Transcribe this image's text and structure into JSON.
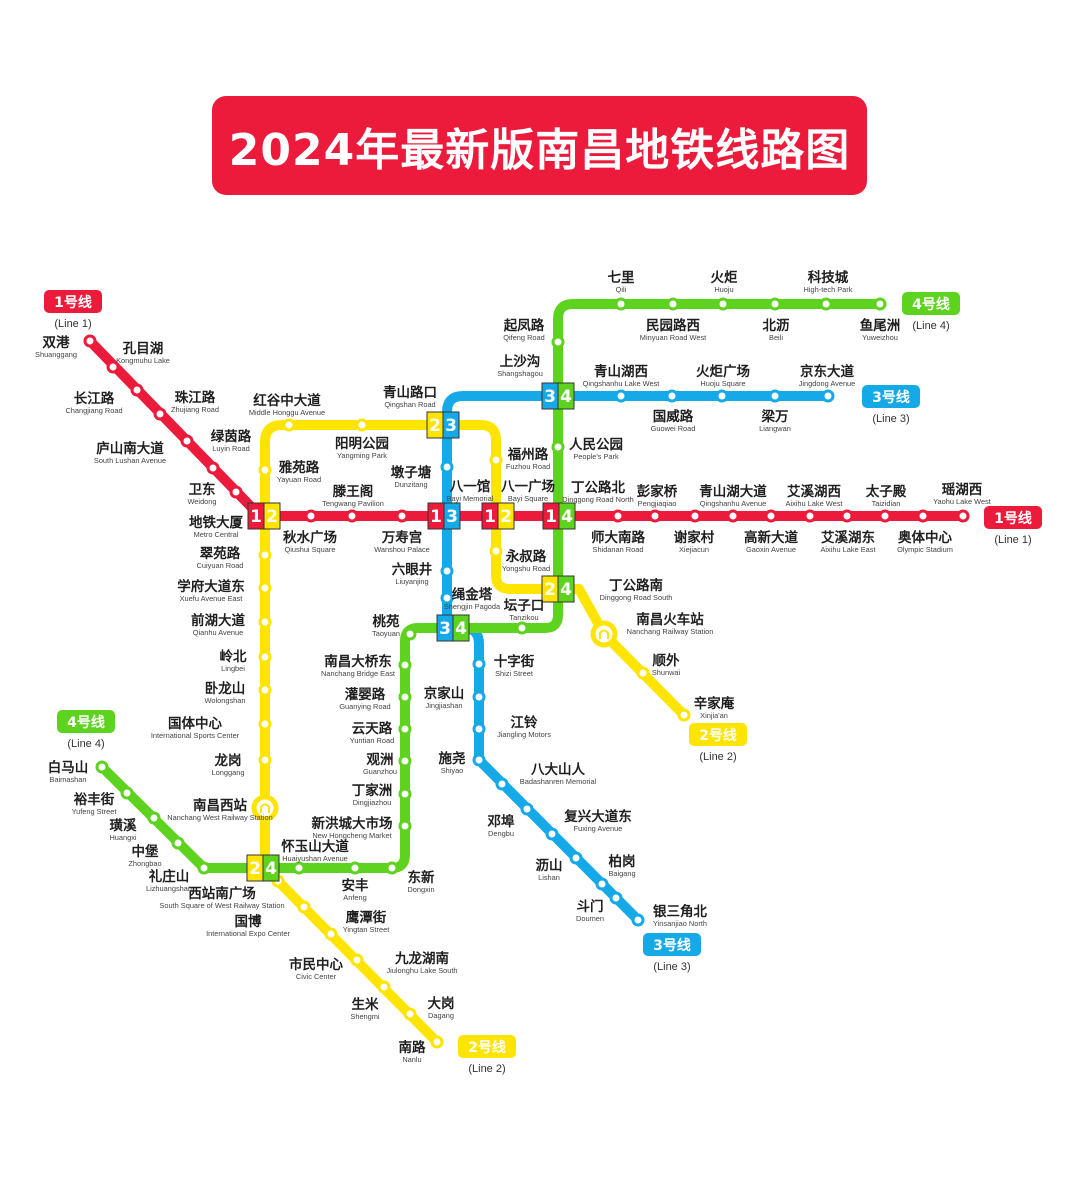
{
  "title": "2024年最新版南昌地铁线路图",
  "colors": {
    "line1": "#ec1a3b",
    "line2": "#ffe400",
    "line3": "#16a9e8",
    "line4": "#5ed31f",
    "banner": "#ec1a3b"
  },
  "lines": [
    {
      "id": "line1",
      "label": "1号线",
      "sub": "(Line 1)"
    },
    {
      "id": "line2",
      "label": "2号线",
      "sub": "(Line 2)"
    },
    {
      "id": "line3",
      "label": "3号线",
      "sub": "(Line 3)"
    },
    {
      "id": "line4",
      "label": "4号线",
      "sub": "(Line 4)"
    }
  ],
  "stations": {
    "shuanggang": {
      "cn": "双港",
      "en": "Shuanggang"
    },
    "kongmuhu": {
      "cn": "孔目湖",
      "en": "Kongmuhu Lake"
    },
    "changjianglu": {
      "cn": "长江路",
      "en": "Changjiang Road"
    },
    "zhujianglu": {
      "cn": "珠江路",
      "en": "Zhujiang Road"
    },
    "lushannan": {
      "cn": "庐山南大道",
      "en": "South Lushan Avenue"
    },
    "lvyinlu": {
      "cn": "绿茵路",
      "en": "Luyin Road"
    },
    "weidong": {
      "cn": "卫东",
      "en": "Weidong"
    },
    "ditiedasha": {
      "cn": "地铁大厦",
      "en": "Metro Central"
    },
    "qiushui": {
      "cn": "秋水广场",
      "en": "Qiushui Square"
    },
    "tengwangge": {
      "cn": "滕王阁",
      "en": "Tengwang Pavilion"
    },
    "wanshougong": {
      "cn": "万寿宫",
      "en": "Wanshou Palace"
    },
    "bayiguan": {
      "cn": "八一馆",
      "en": "Bayi Memorial"
    },
    "bayiguangchang": {
      "cn": "八一广场",
      "en": "Bayi Square"
    },
    "dinggonglubei": {
      "cn": "丁公路北",
      "en": "Dinggong Road North"
    },
    "shidananlu": {
      "cn": "师大南路",
      "en": "Shidanan Road"
    },
    "pengjiaqiao": {
      "cn": "彭家桥",
      "en": "Pengjiaqiao"
    },
    "xiejiacun": {
      "cn": "谢家村",
      "en": "Xiejiacun"
    },
    "qingshanhudadao": {
      "cn": "青山湖大道",
      "en": "Qingshanhu Avenue"
    },
    "gaoxin": {
      "cn": "高新大道",
      "en": "Gaoxin Avenue"
    },
    "aixihuxi": {
      "cn": "艾溪湖西",
      "en": "Aixihu Lake West"
    },
    "aixihudong": {
      "cn": "艾溪湖东",
      "en": "Aixihu Lake East"
    },
    "taizidian": {
      "cn": "太子殿",
      "en": "Taizidian"
    },
    "aotizhongxin": {
      "cn": "奥体中心",
      "en": "Olympic Stadium"
    },
    "yaohuxi": {
      "cn": "瑶湖西",
      "en": "Yaohu Lake West"
    },
    "honggu": {
      "cn": "红谷中大道",
      "en": "Middle Honggu Avenue"
    },
    "yangming": {
      "cn": "阳明公园",
      "en": "Yangming Park"
    },
    "qingshanlukou": {
      "cn": "青山路口",
      "en": "Qingshan Road"
    },
    "yayuanlu": {
      "cn": "雅苑路",
      "en": "Yayuan Road"
    },
    "dunzitang": {
      "cn": "墩子塘",
      "en": "Dunzitang"
    },
    "fuzhoulu": {
      "cn": "福州路",
      "en": "Fuzhou Road"
    },
    "yongshulu": {
      "cn": "永叔路",
      "en": "Yongshu Road"
    },
    "dinggonglunan": {
      "cn": "丁公路南",
      "en": "Dinggong Road South"
    },
    "nanchanghuochezhan": {
      "cn": "南昌火车站",
      "en": "Nanchang Railway Station"
    },
    "shunwai": {
      "cn": "顺外",
      "en": "Shunwai"
    },
    "xinjiaan": {
      "cn": "辛家庵",
      "en": "Xinjia'an"
    },
    "cuiyuanlu": {
      "cn": "翠苑路",
      "en": "Cuiyuan Road"
    },
    "xuefu": {
      "cn": "学府大道东",
      "en": "Xuefu Avenue East"
    },
    "qianhu": {
      "cn": "前湖大道",
      "en": "Qianhu Avenue"
    },
    "lingbei": {
      "cn": "岭北",
      "en": "Lingbei"
    },
    "wolongshan": {
      "cn": "卧龙山",
      "en": "Wolongshan"
    },
    "guotizhongxin": {
      "cn": "国体中心",
      "en": "International Sports Center"
    },
    "longgang": {
      "cn": "龙岗",
      "en": "Longgang"
    },
    "nanchangxi": {
      "cn": "南昌西站",
      "en": "Nanchang West Railway Station"
    },
    "huaiyushan": {
      "cn": "怀玉山大道",
      "en": "Huaiyushan Avenue"
    },
    "xizhannan": {
      "cn": "西站南广场",
      "en": "South Square of West Railway Station"
    },
    "guobo": {
      "cn": "国博",
      "en": "International Expo Center"
    },
    "yingtanjie": {
      "cn": "鹰潭街",
      "en": "Yingtan Street"
    },
    "shiminzhongxin": {
      "cn": "市民中心",
      "en": "Civic Center"
    },
    "jiulonghunan": {
      "cn": "九龙湖南",
      "en": "Jiulonghu Lake South"
    },
    "shengmi": {
      "cn": "生米",
      "en": "Shengmi"
    },
    "dagang": {
      "cn": "大岗",
      "en": "Dagang"
    },
    "nanlu": {
      "cn": "南路",
      "en": "Nanlu"
    },
    "qili": {
      "cn": "七里",
      "en": "Qili"
    },
    "huoju": {
      "cn": "火炬",
      "en": "Huoju"
    },
    "kejicheng": {
      "cn": "科技城",
      "en": "High-tech Park"
    },
    "minyuan": {
      "cn": "民园路西",
      "en": "Minyuan Road West"
    },
    "beili": {
      "cn": "北沥",
      "en": "Beili"
    },
    "yuweizhou": {
      "cn": "鱼尾洲",
      "en": "Yuweizhou"
    },
    "qifenglu": {
      "cn": "起凤路",
      "en": "Qifeng Road"
    },
    "shangshagou": {
      "cn": "上沙沟",
      "en": "Shangshagou"
    },
    "renmingongyuan": {
      "cn": "人民公园",
      "en": "People's Park"
    },
    "tanzikou": {
      "cn": "坛子口",
      "en": "Tanzikou"
    },
    "shengjinta": {
      "cn": "绳金塔",
      "en": "Shengjin Pagoda"
    },
    "taoyuan": {
      "cn": "桃苑",
      "en": "Taoyuan"
    },
    "nanchangdaqiaodong": {
      "cn": "南昌大桥东",
      "en": "Nanchang Bridge East"
    },
    "guanyinglu": {
      "cn": "灌婴路",
      "en": "Guanying Road"
    },
    "yuntianlu": {
      "cn": "云天路",
      "en": "Yuntian Road"
    },
    "guanzhou": {
      "cn": "观洲",
      "en": "Guanzhou"
    },
    "dingjiazhou": {
      "cn": "丁家洲",
      "en": "Dingjiazhou"
    },
    "xinhong": {
      "cn": "新洪城大市场",
      "en": "New Hongcheng Market"
    },
    "dongxin": {
      "cn": "东新",
      "en": "Dongxin"
    },
    "anfeng": {
      "cn": "安丰",
      "en": "Anfeng"
    },
    "baimashan": {
      "cn": "白马山",
      "en": "Baimashan"
    },
    "yufengjie": {
      "cn": "裕丰街",
      "en": "Yufeng Street"
    },
    "huangxi": {
      "cn": "璜溪",
      "en": "Huangxi"
    },
    "zhongbao": {
      "cn": "中堡",
      "en": "Zhongbao"
    },
    "lizhuangshan": {
      "cn": "礼庄山",
      "en": "Lizhuangshan"
    },
    "qingshanhuxi": {
      "cn": "青山湖西",
      "en": "Qingshanhu Lake West"
    },
    "huojuguangchang": {
      "cn": "火炬广场",
      "en": "Huoju Square"
    },
    "jingdong": {
      "cn": "京东大道",
      "en": "Jingdong Avenue"
    },
    "guoweilu": {
      "cn": "国威路",
      "en": "Guowei Road"
    },
    "liangwan": {
      "cn": "梁万",
      "en": "Liangwan"
    },
    "liuyanjing": {
      "cn": "六眼井",
      "en": "Liuyanjing"
    },
    "shizijie": {
      "cn": "十字街",
      "en": "Shizi Street"
    },
    "jingjiashan": {
      "cn": "京家山",
      "en": "Jingjiashan"
    },
    "jiangling": {
      "cn": "江铃",
      "en": "Jiangling Motors"
    },
    "shiyao": {
      "cn": "施尧",
      "en": "Shiyao"
    },
    "badashanren": {
      "cn": "八大山人",
      "en": "Badashanren Memorial"
    },
    "dengbu": {
      "cn": "邓埠",
      "en": "Dengbu"
    },
    "fuxing": {
      "cn": "复兴大道东",
      "en": "Fuxing Avenue"
    },
    "lishan": {
      "cn": "沥山",
      "en": "Lishan"
    },
    "baigang": {
      "cn": "柏岗",
      "en": "Baigang"
    },
    "doumen": {
      "cn": "斗门",
      "en": "Doumen"
    },
    "yinsanjiaobei": {
      "cn": "银三角北",
      "en": "Yinsanjiao North"
    }
  }
}
